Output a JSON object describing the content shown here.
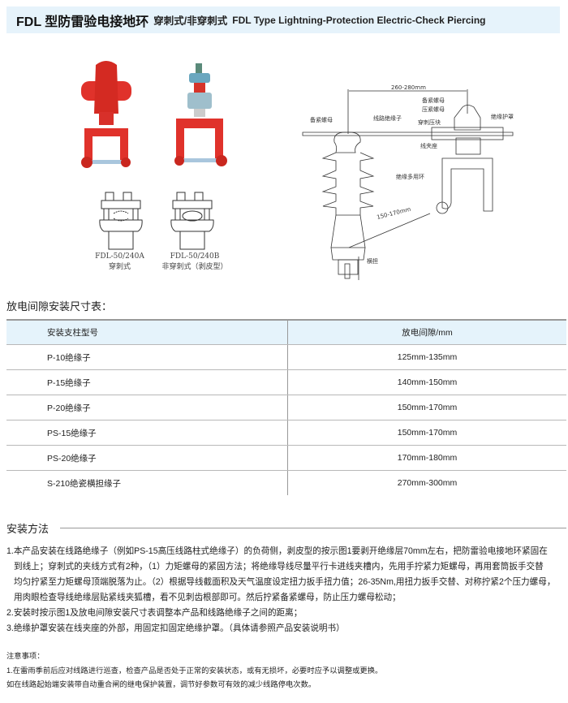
{
  "header": {
    "title_cn": "FDL 型防雷验电接地环",
    "title_sub": "穿刺式/非穿刺式",
    "title_en": "FDL Type Lightning-Protection Electric-Check Piercing"
  },
  "figures": {
    "model_a": {
      "code": "FDL-50/240A",
      "type": "穿刺式"
    },
    "model_b": {
      "code": "FDL-50/240B",
      "type": "非穿刺式（剥皮型）"
    },
    "diagram_labels": {
      "dim_top": "260-280mm",
      "backup_nut_left": "备紧螺母",
      "line_insulator": "线路绝缘子",
      "backup_nut": "备紧螺母",
      "press_nut": "压紧螺母",
      "pierce_block": "穿刺压块",
      "clamp_seat": "线夹座",
      "insulating_cover": "绝缘护罩",
      "multi_ring": "绝缘多用环",
      "dim_bottom": "150-170mm",
      "clip": "横担"
    }
  },
  "table": {
    "title": "放电间隙安装尺寸表：",
    "headers": [
      "安装支柱型号",
      "放电间隙/mm"
    ],
    "rows": [
      [
        "P-10绝缘子",
        "125mm-135mm"
      ],
      [
        "P-15绝缘子",
        "140mm-150mm"
      ],
      [
        "P-20绝缘子",
        "150mm-170mm"
      ],
      [
        "PS-15绝缘子",
        "150mm-170mm"
      ],
      [
        "PS-20绝缘子",
        "170mm-180mm"
      ],
      [
        "S-210绝瓷横担缘子",
        "270mm-300mm"
      ]
    ]
  },
  "install": {
    "title": "安装方法",
    "lines": [
      "1.本产品安装在线路绝缘子（例如PS-15高压线路柱式绝缘子）的负荷侧，剥皮型的按示图1要剥开绝缘层70mm左右，把防雷验电接地环紧固在",
      "到线上；穿刺式的夹线方式有2种，（1）力矩螺母的紧固方法；将绝缘导线尽量平行卡进线夹槽内，先用手拧紧力矩螺母，再用套筒扳手交替",
      "均匀拧紧至力矩螺母顶端脱落为止。（2）根据导线截面积及天气温度设定扭力扳手扭力值；26-35Nm,用扭力扳手交替、对称拧紧2个压力螺母，",
      "用肉眼检查导线绝缘层贴紧线夹狐槽，看不见刺齿根部即可。然后拧紧备紧螺母，防止压力螺母松动；",
      "2.安装时按示图1及放电间隙安装尺寸表调整本产品和线路绝缘子之间的距离；",
      "3.绝缘护罩安装在线夹座的外部，用固定扣固定绝缘护罩。（具体请参照产品安装说明书）"
    ]
  },
  "notes": {
    "title": "注意事项：",
    "lines": [
      "1.在雷雨季前后应对线路进行巡查，检查产品是否处于正常的安装状态，或有无损坏，必要时应予以调整或更换。",
      "如在线路起始端安装带自动重合闸的继电保护装置，调节好参数可有效的减少线路停电次数。"
    ]
  },
  "colors": {
    "title_bg": "#e6f3fb",
    "product_red": "#e0322b",
    "table_header_bg": "#e5f3fb"
  }
}
